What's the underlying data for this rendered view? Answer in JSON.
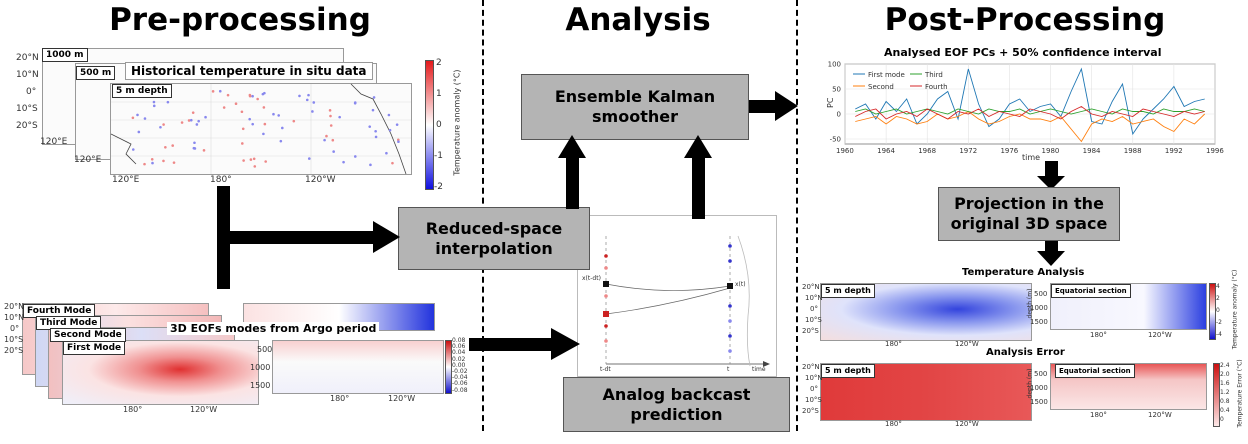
{
  "headers": {
    "pre": "Pre-processing",
    "analysis": "Analysis",
    "post": "Post-Processing"
  },
  "preprocessing": {
    "insitu_title": "Historical temperature in situ data",
    "depth_tags": [
      "1000 m",
      "500 m",
      "5 m depth"
    ],
    "lat_ticks": [
      "20°N",
      "10°N",
      "0°",
      "10°S",
      "20°S"
    ],
    "lon_ticks_main": [
      "120°E",
      "180°",
      "120°W"
    ],
    "lon_tick_back": "120°E",
    "colorbar_label": "Temperature anomaly (°C)",
    "colorbar_ticks": [
      "2",
      "1",
      "0",
      "-1",
      "-2"
    ],
    "eof_title": "3D EOFs modes from Argo period",
    "eof_modes": [
      "Fourth Mode",
      "Third Mode",
      "Second Mode",
      "First Mode"
    ],
    "eof_lat_ticks": [
      "20°N",
      "10°N",
      "0°",
      "10°S",
      "20°S"
    ],
    "eof_lon_ticks": [
      "180°",
      "120°W"
    ],
    "eof_depth_ticks": [
      "500",
      "1000",
      "1500"
    ],
    "eof_colorbar_ticks": [
      "0.08",
      "0.06",
      "0.04",
      "0.02",
      "0.00",
      "-0.02",
      "-0.04",
      "-0.06",
      "-0.08"
    ]
  },
  "analysis": {
    "kalman": "Ensemble Kalman smoother",
    "reduced": "Reduced-space interpolation",
    "analog": "Analog backcast prediction",
    "mini_labels": [
      "x(t-dt)",
      "x(t)",
      "t-dt",
      "t",
      "time"
    ]
  },
  "postprocessing": {
    "pcs_title": "Analysed EOF PCs + 50% confidence interval",
    "pcs_ylabel": "PC",
    "pcs_xlabel": "time",
    "projection": "Projection in the original 3D space",
    "temp_analysis_title": "Temperature Analysis",
    "analysis_error_title": "Analysis Error",
    "map_tag": "5 m depth",
    "section_tag": "Equatorial section",
    "section_ylabel": "depth (m)",
    "lat_ticks": [
      "20°N",
      "10°N",
      "0°",
      "10°S",
      "20°S"
    ],
    "lon_ticks": [
      "180°",
      "120°W"
    ],
    "depth_ticks": [
      "500",
      "1000",
      "1500"
    ],
    "cb1_label": "Temperature anomaly (°C)",
    "cb1_ticks": [
      "4",
      "2",
      "0",
      "-2",
      "-4"
    ],
    "cb2_label": "Temperature Error (°C)",
    "cb2_ticks": [
      "2.4",
      "2.0",
      "1.6",
      "1.2",
      "0.8",
      "0.4",
      "0"
    ]
  },
  "chart_data": {
    "type": "line",
    "title": "Analysed EOF PCs + 50% confidence interval",
    "xlabel": "time",
    "ylabel": "PC",
    "xlim": [
      1960,
      1996
    ],
    "ylim": [
      -60,
      100
    ],
    "x_ticks": [
      1960,
      1964,
      1968,
      1972,
      1976,
      1980,
      1984,
      1988,
      1992,
      1996
    ],
    "y_ticks": [
      100,
      50,
      0,
      -50
    ],
    "grid": true,
    "legend_position": "top-left",
    "x": [
      1961,
      1962,
      1963,
      1964,
      1965,
      1966,
      1967,
      1968,
      1969,
      1970,
      1971,
      1972,
      1973,
      1974,
      1975,
      1976,
      1977,
      1978,
      1979,
      1980,
      1981,
      1982,
      1983,
      1984,
      1985,
      1986,
      1987,
      1988,
      1989,
      1990,
      1991,
      1992,
      1993,
      1994,
      1995
    ],
    "series": [
      {
        "name": "First mode",
        "color": "#1f77b4",
        "values": [
          10,
          20,
          -10,
          25,
          5,
          30,
          -20,
          0,
          30,
          45,
          -10,
          90,
          20,
          -25,
          -10,
          20,
          30,
          5,
          15,
          20,
          -5,
          45,
          90,
          -15,
          -20,
          25,
          60,
          -40,
          -10,
          10,
          30,
          55,
          15,
          25,
          30
        ]
      },
      {
        "name": "Second",
        "color": "#ff7f0e",
        "values": [
          -15,
          -10,
          -5,
          -20,
          -5,
          -10,
          -20,
          -15,
          0,
          -10,
          -5,
          5,
          -10,
          -20,
          -15,
          -5,
          0,
          -10,
          -10,
          -15,
          -5,
          -30,
          -55,
          -20,
          -10,
          -15,
          -5,
          -20,
          -15,
          -10,
          -25,
          -35,
          -10,
          -20,
          0
        ]
      },
      {
        "name": "Third",
        "color": "#2ca02c",
        "values": [
          5,
          10,
          0,
          5,
          10,
          0,
          5,
          10,
          5,
          0,
          10,
          5,
          0,
          10,
          5,
          5,
          10,
          0,
          5,
          10,
          5,
          0,
          5,
          10,
          5,
          0,
          10,
          5,
          5,
          0,
          10,
          5,
          5,
          10,
          5
        ]
      },
      {
        "name": "Fourth",
        "color": "#d62728",
        "values": [
          -5,
          5,
          10,
          -10,
          0,
          5,
          -5,
          10,
          0,
          -10,
          5,
          0,
          10,
          -5,
          5,
          0,
          -5,
          10,
          5,
          0,
          -10,
          5,
          15,
          0,
          -5,
          5,
          0,
          -5,
          10,
          5,
          0,
          -5,
          5,
          0,
          5
        ]
      }
    ]
  }
}
